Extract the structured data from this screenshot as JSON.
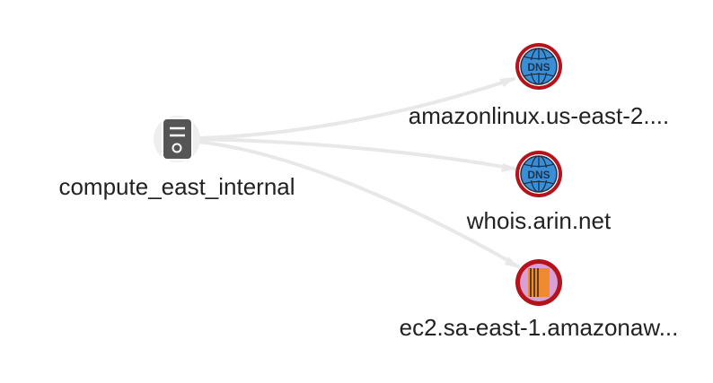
{
  "nodes": {
    "source": {
      "label": "compute_east_internal",
      "icon": "server-icon"
    },
    "target1": {
      "label": "amazonlinux.us-east-2....",
      "icon": "dns-globe-icon"
    },
    "target2": {
      "label": "whois.arin.net",
      "icon": "dns-globe-icon"
    },
    "target3": {
      "label": "ec2.sa-east-1.amazonaw...",
      "icon": "aws-service-icon"
    }
  },
  "colors": {
    "node_ring": "#b5121b",
    "dns_fill": "#3a8ed6",
    "aws_fill": "#f08a30",
    "aws_inner": "#d9a0d6",
    "server_fill": "#555555",
    "edge": "#e8e8e8"
  }
}
